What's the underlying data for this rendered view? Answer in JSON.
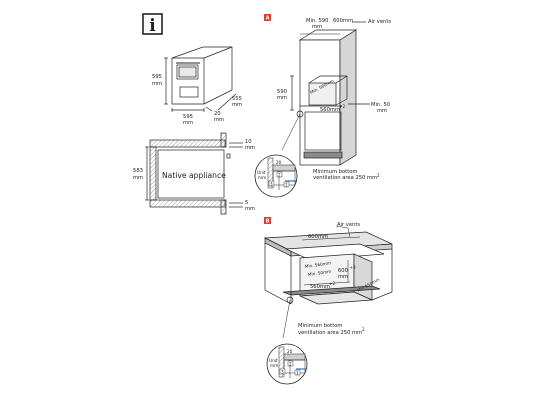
{
  "info_icon": {
    "glyph": "i"
  },
  "colors": {
    "line": "#222222",
    "badge": "#e03c2f",
    "shade": "#c8c8c8",
    "wall": "#9a9a9a",
    "highlight": "#2f73c9"
  },
  "appliance": {
    "height": "595",
    "height_unit": "mm",
    "width": "595",
    "width_unit": "mm",
    "depth": "555",
    "depth_unit": "mm",
    "panel": "20",
    "panel_unit": "mm"
  },
  "niche": {
    "label": "Native appliance",
    "height": "583",
    "height_unit": "mm",
    "top_gap": "10",
    "top_gap_unit": "mm",
    "bottom_gap": "5",
    "bottom_gap_unit": "mm"
  },
  "section_a": {
    "badge": "A",
    "min_width": "Min. 590",
    "min_width_unit": "mm",
    "depth": "600mm",
    "air_vents": "Air vents",
    "height": "590",
    "height_unit": "mm",
    "min_opening": "Min. 560mm",
    "min_bottom_depth": "Min. 50",
    "min_bottom_depth_unit": "mm",
    "inner": "560mm",
    "inner_sup": "+2",
    "ventilation_line1": "Minimum bottom",
    "ventilation_line2": "ventilation area 250 mm",
    "ventilation_sup": "2",
    "detail": {
      "unit_label_1": "Unit",
      "unit_label_2": "mm",
      "n20": "20",
      "n2": "2",
      "n3": "3",
      "n1": "1"
    }
  },
  "section_b": {
    "badge": "B",
    "air_vents": "Air vents",
    "width": "600mm",
    "min_opening": "Min. 560mm",
    "min_depth": "Min. 50mm",
    "height": "600",
    "height_sup": "+2",
    "height_unit": "mm",
    "inner": "560mm",
    "inner_sup": "+2",
    "depth": "Min 550mm",
    "ventilation_line1": "Minimum bottom",
    "ventilation_line2": "ventilation area 250 mm",
    "ventilation_sup": "2",
    "detail": {
      "unit_label_1": "Unit",
      "unit_label_2": "mm",
      "n20": "20",
      "n2": "2",
      "n3": "3",
      "n1": "1"
    }
  }
}
